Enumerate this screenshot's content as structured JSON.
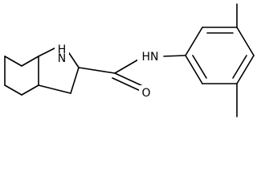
{
  "molecule": {
    "atoms": {
      "amine_nh": "H\nN",
      "amine_n": "N",
      "amine_h": "H",
      "amide_nh": "HN",
      "carbonyl_o": "O"
    },
    "colors": {
      "bond": "#000000",
      "background": "#ffffff"
    }
  }
}
